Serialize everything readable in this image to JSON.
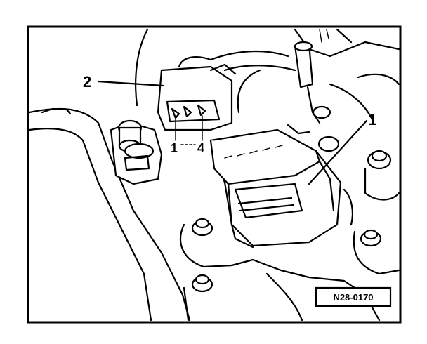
{
  "figure": {
    "reference_code": "N28-0170",
    "callouts": {
      "connector": "2",
      "component": "1",
      "pin_a": "1",
      "pin_b": "4"
    }
  }
}
